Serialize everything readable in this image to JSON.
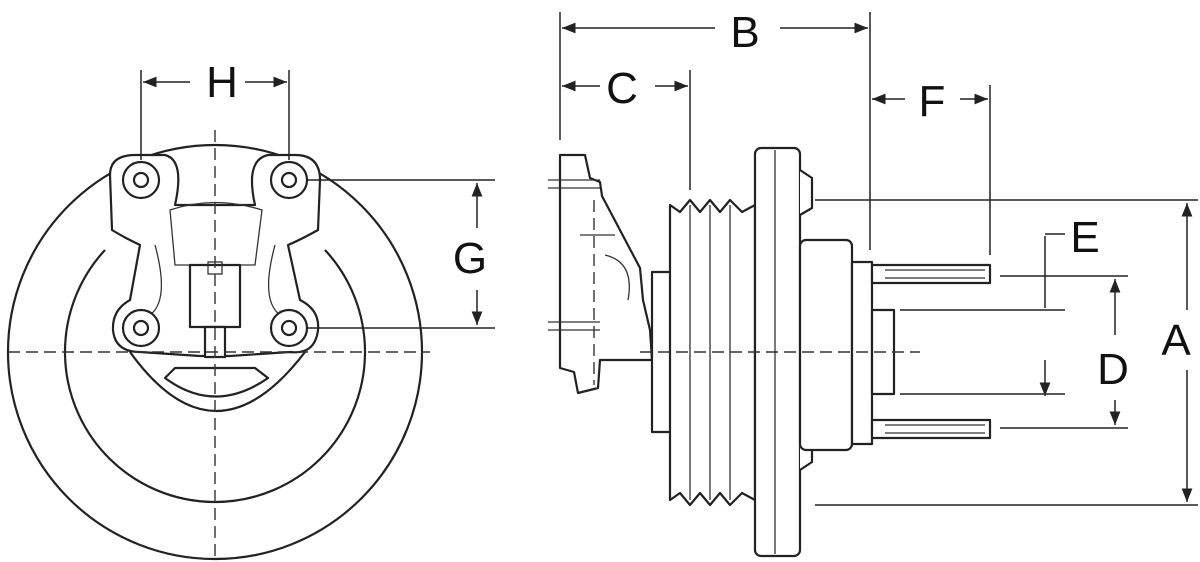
{
  "diagram": {
    "dimension_labels": {
      "A": "A",
      "B": "B",
      "C": "C",
      "D": "D",
      "E": "E",
      "F": "F",
      "G": "G",
      "H": "H"
    },
    "colors": {
      "line": "#222222",
      "background": "#ffffff"
    }
  }
}
